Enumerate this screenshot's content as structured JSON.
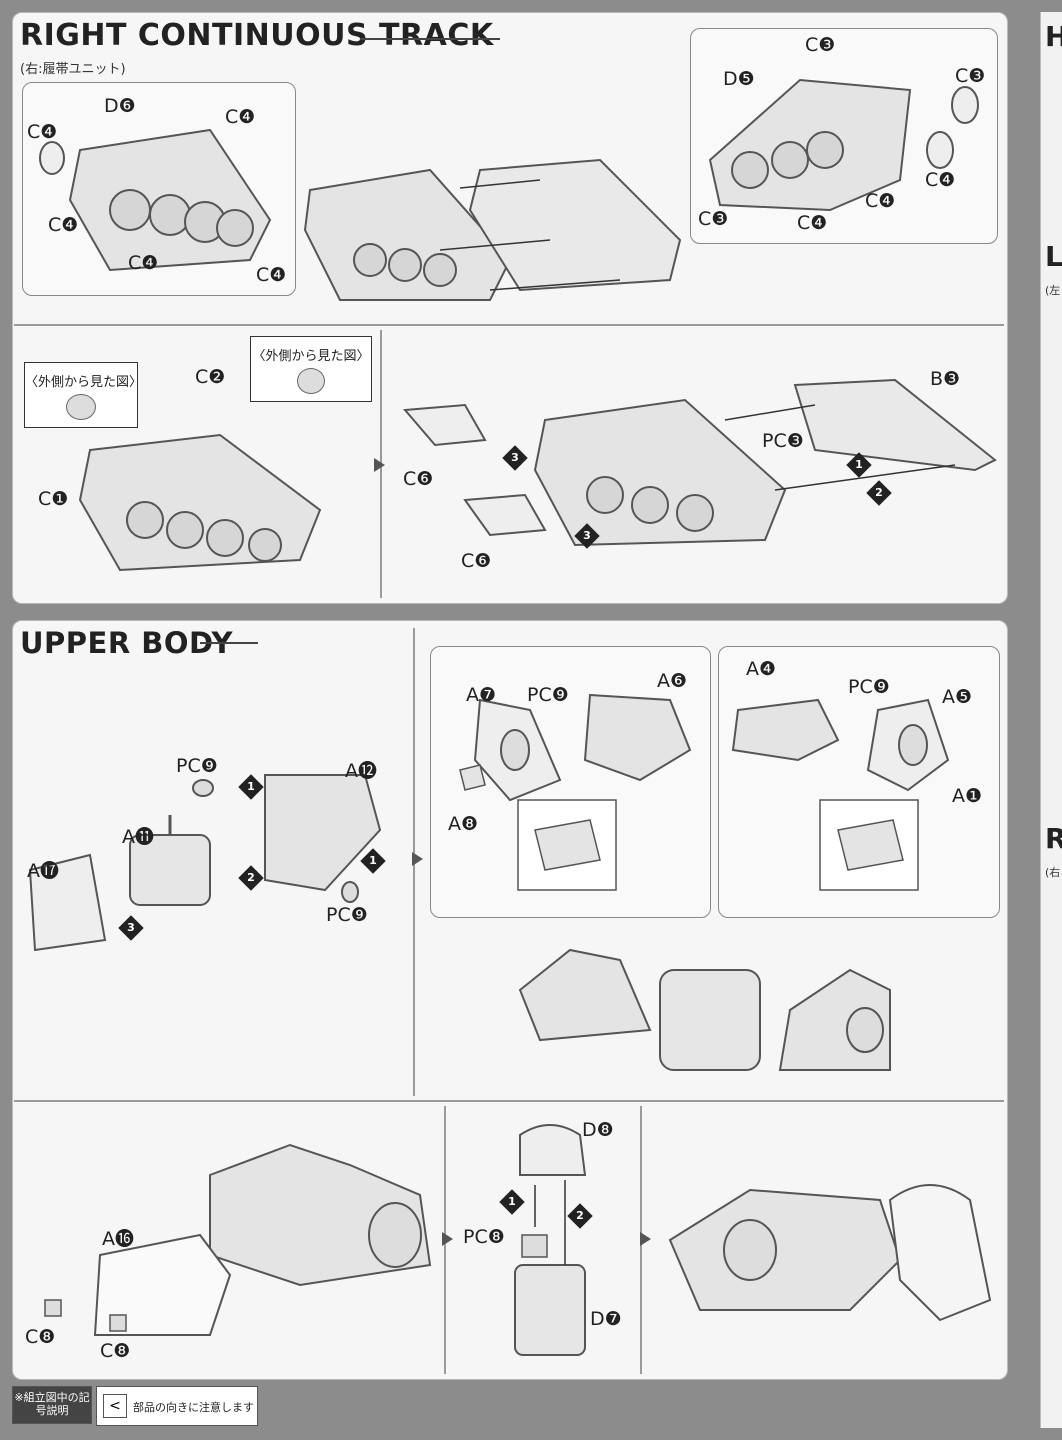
{
  "sections": {
    "track": {
      "title": "RIGHT CONTINUOUS TRACK",
      "subtitle": "(右:履帯ユニット)"
    },
    "upper": {
      "title": "UPPER BODY"
    }
  },
  "callouts": {
    "outside_view_left": "〈外側から見た図〉",
    "outside_view_right": "〈外側から見た図〉"
  },
  "labels": {
    "track_left": [
      "D❻",
      "C❹",
      "C❹",
      "C❹",
      "C❹",
      "C❹"
    ],
    "track_right": [
      "C❸",
      "D❺",
      "C❸",
      "C❹",
      "C❹",
      "C❸",
      "C❹"
    ],
    "track_step2": [
      "C❷",
      "C❶",
      "C❻",
      "C❻",
      "B❸",
      "PC❸"
    ],
    "upper_step1": [
      "PC❾",
      "A⓬",
      "A⓫",
      "A⓱",
      "PC❾"
    ],
    "upper_step2a": [
      "A❼",
      "PC❾",
      "A❻",
      "A❽"
    ],
    "upper_step2b": [
      "A❹",
      "PC❾",
      "A❺",
      "A❶"
    ],
    "upper_step3": [
      "A⓰",
      "C❽",
      "C❽",
      "D❽",
      "PC❽",
      "D❼"
    ]
  },
  "steps": [
    "1",
    "2",
    "3"
  ],
  "side_letters": [
    "H",
    "L",
    "R"
  ],
  "side_subs": [
    "(左",
    "(右"
  ],
  "footer": {
    "symbol_heading": "※組立図中の記号説明",
    "symbol_char": "<",
    "symbol_desc": "部品の向きに注意します"
  }
}
